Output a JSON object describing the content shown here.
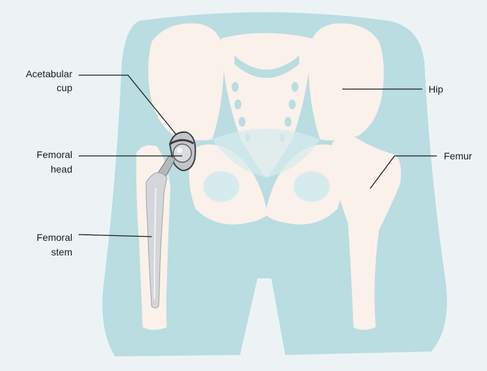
{
  "labels": {
    "acetabular_cup": {
      "line1": "Acetabular",
      "line2": "cup"
    },
    "femoral_head": {
      "line1": "Femoral",
      "line2": "head"
    },
    "femoral_stem": {
      "line1": "Femoral",
      "line2": "stem"
    },
    "hip": "Hip",
    "femur": "Femur"
  },
  "colors": {
    "page_background": "#edf3f5",
    "body_silhouette": "#b9dde1",
    "bone": "#faf1ea",
    "bone_shadow": "#d6ebee",
    "implant_metal": "#c3c6c9",
    "implant_dark": "#3a3f45",
    "leader_line": "#1a1a1a"
  },
  "icons": [
    "hip-implant-illustration"
  ]
}
